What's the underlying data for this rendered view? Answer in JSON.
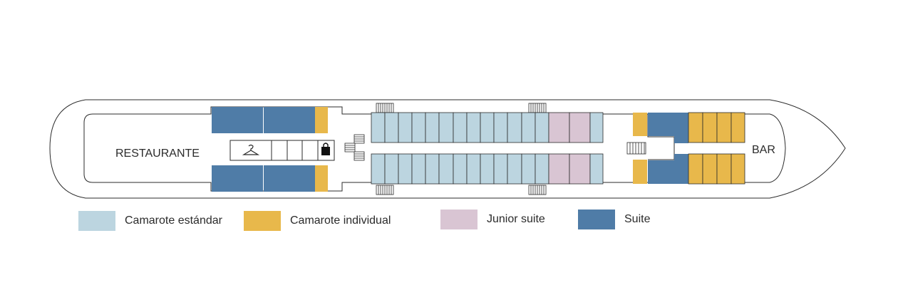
{
  "deck": {
    "restaurant_label": "RESTAURANTE",
    "bar_label": "BAR"
  },
  "colors": {
    "standard": "#bcd5e0",
    "individual": "#e8b84b",
    "junior_suite": "#d9c5d3",
    "suite": "#4f7ca7",
    "outline": "#2b2b2b"
  },
  "icons": {
    "wardrobe": "coat-hanger-icon",
    "shop": "shopping-bag-icon"
  },
  "legend": [
    {
      "key": "standard",
      "label": "Camarote estándar"
    },
    {
      "key": "individual",
      "label": "Camarote individual"
    },
    {
      "key": "junior_suite",
      "label": "Junior suite"
    },
    {
      "key": "suite",
      "label": "Suite"
    }
  ]
}
